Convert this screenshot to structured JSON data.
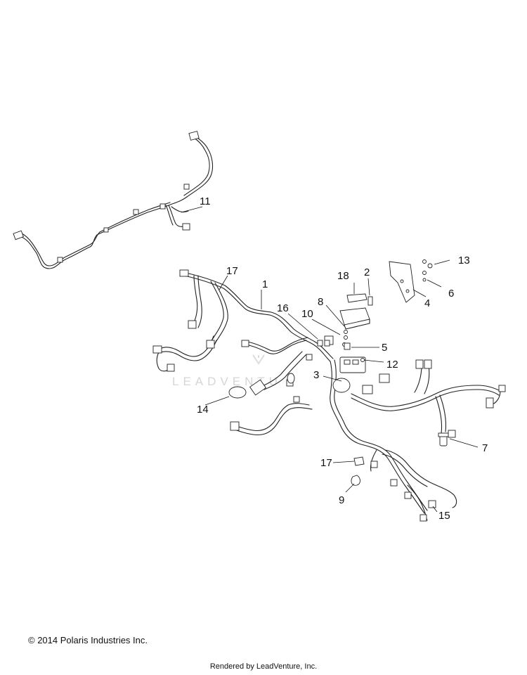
{
  "callouts": [
    {
      "id": "c1",
      "label": "1"
    },
    {
      "id": "c2",
      "label": "2"
    },
    {
      "id": "c3",
      "label": "3"
    },
    {
      "id": "c4",
      "label": "4"
    },
    {
      "id": "c5",
      "label": "5"
    },
    {
      "id": "c6",
      "label": "6"
    },
    {
      "id": "c7",
      "label": "7"
    },
    {
      "id": "c8",
      "label": "8"
    },
    {
      "id": "c9",
      "label": "9"
    },
    {
      "id": "c10",
      "label": "10"
    },
    {
      "id": "c11",
      "label": "11"
    },
    {
      "id": "c12",
      "label": "12"
    },
    {
      "id": "c13",
      "label": "13"
    },
    {
      "id": "c14",
      "label": "14"
    },
    {
      "id": "c15",
      "label": "15"
    },
    {
      "id": "c16",
      "label": "16"
    },
    {
      "id": "c17a",
      "label": "17"
    },
    {
      "id": "c17b",
      "label": "17"
    },
    {
      "id": "c18",
      "label": "18"
    }
  ],
  "watermark": "LEADVENTU",
  "footer": {
    "copyright": "© 2014 Polaris Industries Inc.",
    "rendered_by": "Rendered by LeadVenture, Inc."
  }
}
